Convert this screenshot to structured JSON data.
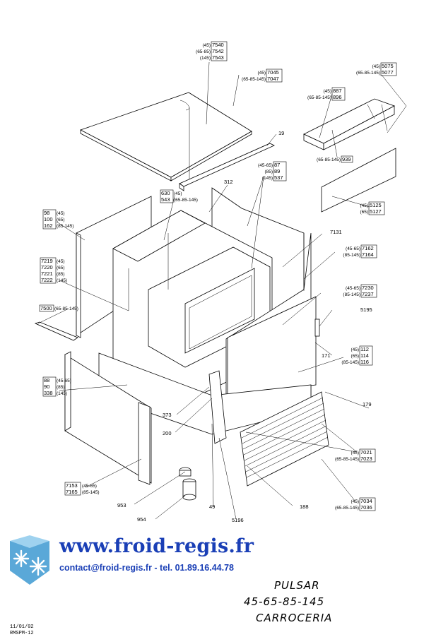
{
  "callouts": [
    {
      "id": "c7540",
      "sizes": [
        "(45)",
        "(65-85)",
        "(145)"
      ],
      "codes": [
        "7540",
        "7542",
        "7543"
      ]
    },
    {
      "id": "c7045",
      "sizes": [
        "(45)",
        "(65-85-145)"
      ],
      "codes": [
        "7045",
        "7047"
      ]
    },
    {
      "id": "c5075",
      "sizes": [
        "(45)",
        "(65-85-145)"
      ],
      "codes": [
        "5075",
        "5077"
      ]
    },
    {
      "id": "c887",
      "sizes": [
        "(45)",
        "(65-85-145)"
      ],
      "codes": [
        "887",
        "896"
      ]
    },
    {
      "id": "c939",
      "sizes": [
        "(65-85-145)"
      ],
      "codes": [
        "939"
      ]
    },
    {
      "id": "c19",
      "sizes": [],
      "codes": [
        "19"
      ]
    },
    {
      "id": "c87",
      "sizes": [
        "(45-65)",
        "(85)",
        "(145)"
      ],
      "codes": [
        "87",
        "89",
        "537"
      ]
    },
    {
      "id": "c312",
      "sizes": [],
      "codes": [
        "312"
      ]
    },
    {
      "id": "c5125",
      "sizes": [
        "(45)",
        "(65)"
      ],
      "codes": [
        "5125",
        "5127"
      ]
    },
    {
      "id": "c630",
      "sizes": [
        "(45)",
        "(65-85-145)"
      ],
      "codes": [
        "630",
        "543"
      ]
    },
    {
      "id": "c98",
      "sizes": [
        "(45)",
        "(65)",
        "(85-145)"
      ],
      "codes": [
        "98",
        "100",
        "162"
      ]
    },
    {
      "id": "c7131",
      "sizes": [],
      "codes": [
        "7131"
      ]
    },
    {
      "id": "c7162",
      "sizes": [
        "(45-65)",
        "(85-145)"
      ],
      "codes": [
        "7162",
        "7164"
      ]
    },
    {
      "id": "c7219",
      "sizes": [
        "(45)",
        "(65)",
        "(85)",
        "(145)"
      ],
      "codes": [
        "7219",
        "7220",
        "7221",
        "7222"
      ]
    },
    {
      "id": "c7230",
      "sizes": [
        "(45-65)",
        "(85-145)"
      ],
      "codes": [
        "7230",
        "7237"
      ]
    },
    {
      "id": "c7500",
      "sizes": [
        "(65-85-145)"
      ],
      "codes": [
        "7500"
      ]
    },
    {
      "id": "c5195",
      "sizes": [],
      "codes": [
        "5195"
      ]
    },
    {
      "id": "c112",
      "sizes": [
        "(45)",
        "(65)",
        "(85-145)"
      ],
      "codes": [
        "112",
        "114",
        "116"
      ]
    },
    {
      "id": "c171",
      "sizes": [],
      "codes": [
        "171"
      ]
    },
    {
      "id": "c88",
      "sizes": [
        "(45-65)",
        "(85)",
        "(145)"
      ],
      "codes": [
        "88",
        "90",
        "338"
      ]
    },
    {
      "id": "c179",
      "sizes": [],
      "codes": [
        "179"
      ]
    },
    {
      "id": "c373",
      "sizes": [],
      "codes": [
        "373"
      ]
    },
    {
      "id": "c200",
      "sizes": [],
      "codes": [
        "200"
      ]
    },
    {
      "id": "c7021",
      "sizes": [
        "(45)",
        "(65-85-145)"
      ],
      "codes": [
        "7021",
        "7023"
      ]
    },
    {
      "id": "c7153",
      "sizes": [
        "(45-65)",
        "(85-145)"
      ],
      "codes": [
        "7153",
        "7165"
      ]
    },
    {
      "id": "c953",
      "sizes": [],
      "codes": [
        "953"
      ]
    },
    {
      "id": "c49",
      "sizes": [],
      "codes": [
        "49"
      ]
    },
    {
      "id": "c188",
      "sizes": [],
      "codes": [
        "188"
      ]
    },
    {
      "id": "c7034",
      "sizes": [
        "(45)",
        "(65-85-145)"
      ],
      "codes": [
        "7034",
        "7036"
      ]
    },
    {
      "id": "c954",
      "sizes": [],
      "codes": [
        "954"
      ]
    },
    {
      "id": "c5196",
      "sizes": [],
      "codes": [
        "5196"
      ]
    }
  ],
  "branding": {
    "url": "www.froid-regis.fr",
    "contact": "contact@froid-regis.fr - tel. 01.89.16.44.78"
  },
  "title_block": {
    "model": "PULSAR",
    "sizes": "45-65-85-145",
    "section": "CARROCERIA"
  },
  "footer": {
    "date": "11/01/02",
    "ref": "RMSPM-12"
  },
  "colors": {
    "brand_blue": "#1a3fb6",
    "logo_sky": "#5aa8d8",
    "logo_ice": "#9fd2ef"
  }
}
